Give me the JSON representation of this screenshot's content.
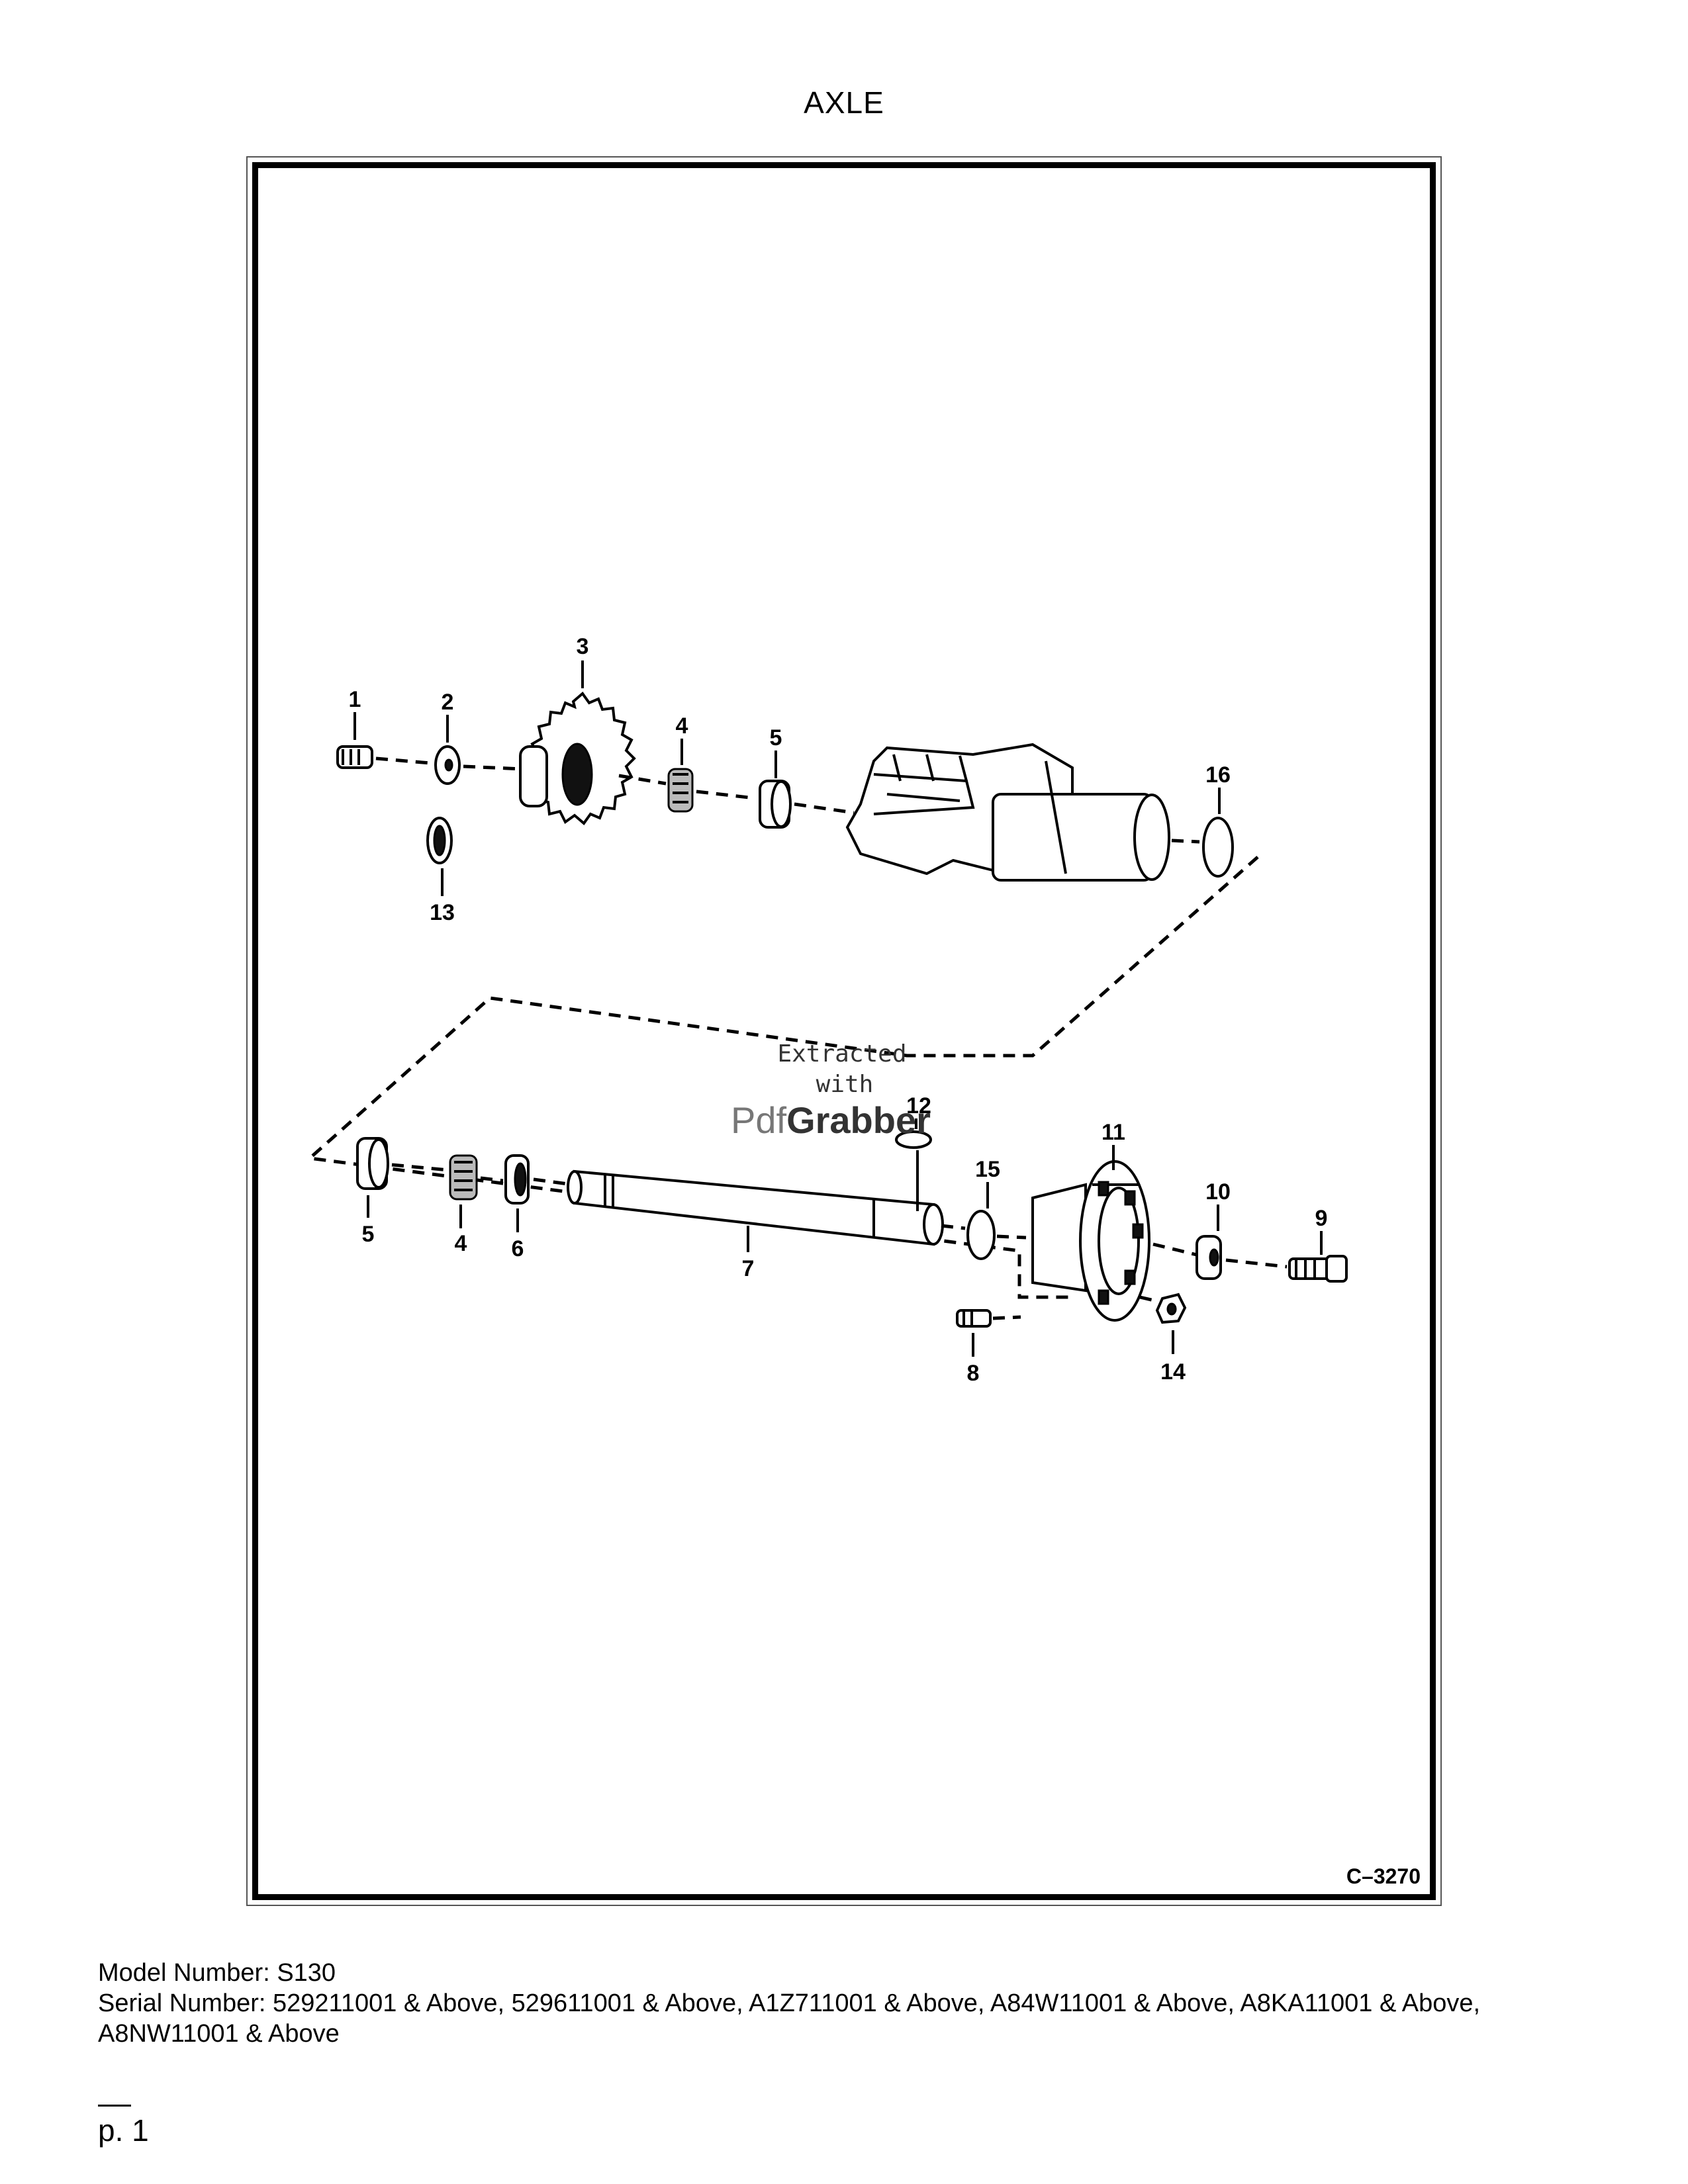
{
  "page": {
    "title": "AXLE",
    "figure_id": "C–3270",
    "page_number": "p. 1"
  },
  "callouts": {
    "c1": "1",
    "c2": "2",
    "c3": "3",
    "c4a": "4",
    "c5a": "5",
    "c16": "16",
    "c13": "13",
    "c12": "12",
    "c15": "15",
    "c11": "11",
    "c10": "10",
    "c9": "9",
    "c5b": "5",
    "c4b": "4",
    "c6": "6",
    "c7": "7",
    "c8": "8",
    "c14": "14"
  },
  "watermark": {
    "line1": "Extracted",
    "line2": "with",
    "brand_prefix": "Pdf",
    "brand_suffix": "Grabber"
  },
  "footer": {
    "model_line": "Model Number: S130",
    "serial_line": "Serial Number: 529211001 & Above, 529611001 & Above, A1Z711001 & Above, A84W11001 & Above, A8KA11001 & Above, A8NW11001 & Above"
  }
}
